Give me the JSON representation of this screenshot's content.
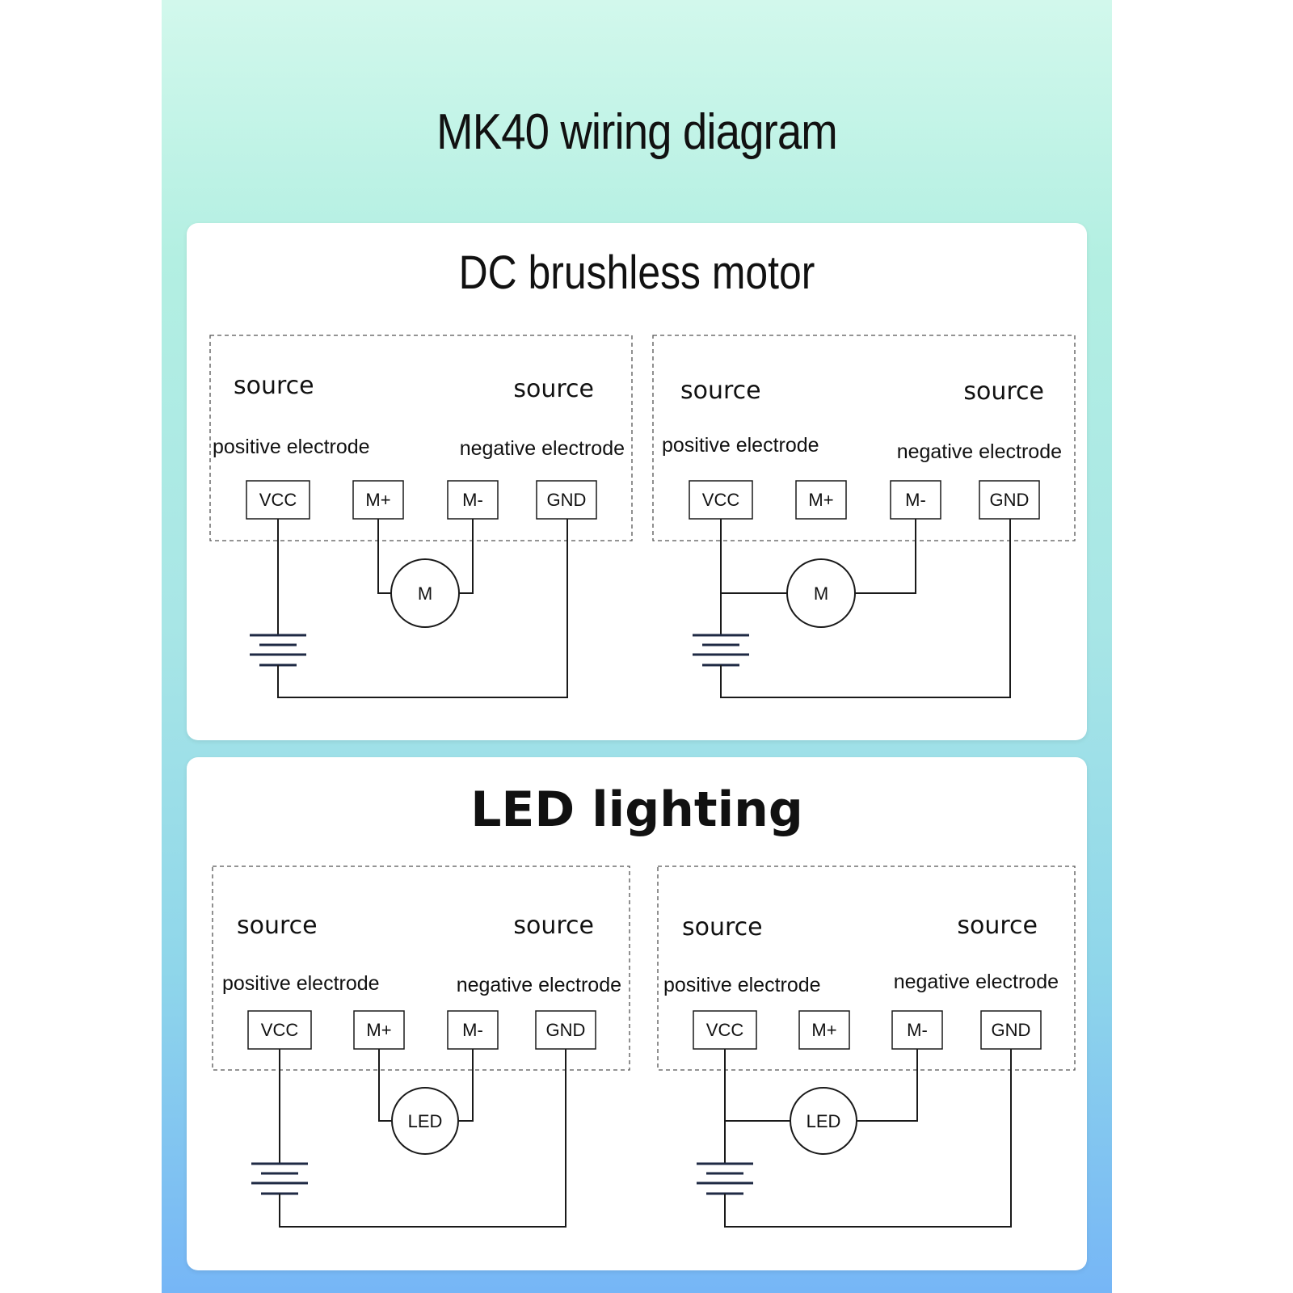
{
  "title": "MK40 wiring diagram",
  "sections": [
    {
      "title": "DC brushless motor",
      "load_label": "M",
      "circuits": [
        {
          "source_left": "source",
          "source_right": "source",
          "positive": "positive electrode",
          "negative": "negative electrode",
          "pins": [
            "VCC",
            "M+",
            "M-",
            "GND"
          ],
          "wiring": "load across M+ and M-"
        },
        {
          "source_left": "source",
          "source_right": "source",
          "positive": "positive electrode",
          "negative": "negative electrode",
          "pins": [
            "VCC",
            "M+",
            "M-",
            "GND"
          ],
          "wiring": "load across VCC and M-"
        }
      ]
    },
    {
      "title": "LED lighting",
      "load_label": "LED",
      "circuits": [
        {
          "source_left": "source",
          "source_right": "source",
          "positive": "positive electrode",
          "negative": "negative electrode",
          "pins": [
            "VCC",
            "M+",
            "M-",
            "GND"
          ],
          "wiring": "load across M+ and M-"
        },
        {
          "source_left": "source",
          "source_right": "source",
          "positive": "positive electrode",
          "negative": "negative electrode",
          "pins": [
            "VCC",
            "M+",
            "M-",
            "GND"
          ],
          "wiring": "load across VCC and M-"
        }
      ]
    }
  ]
}
